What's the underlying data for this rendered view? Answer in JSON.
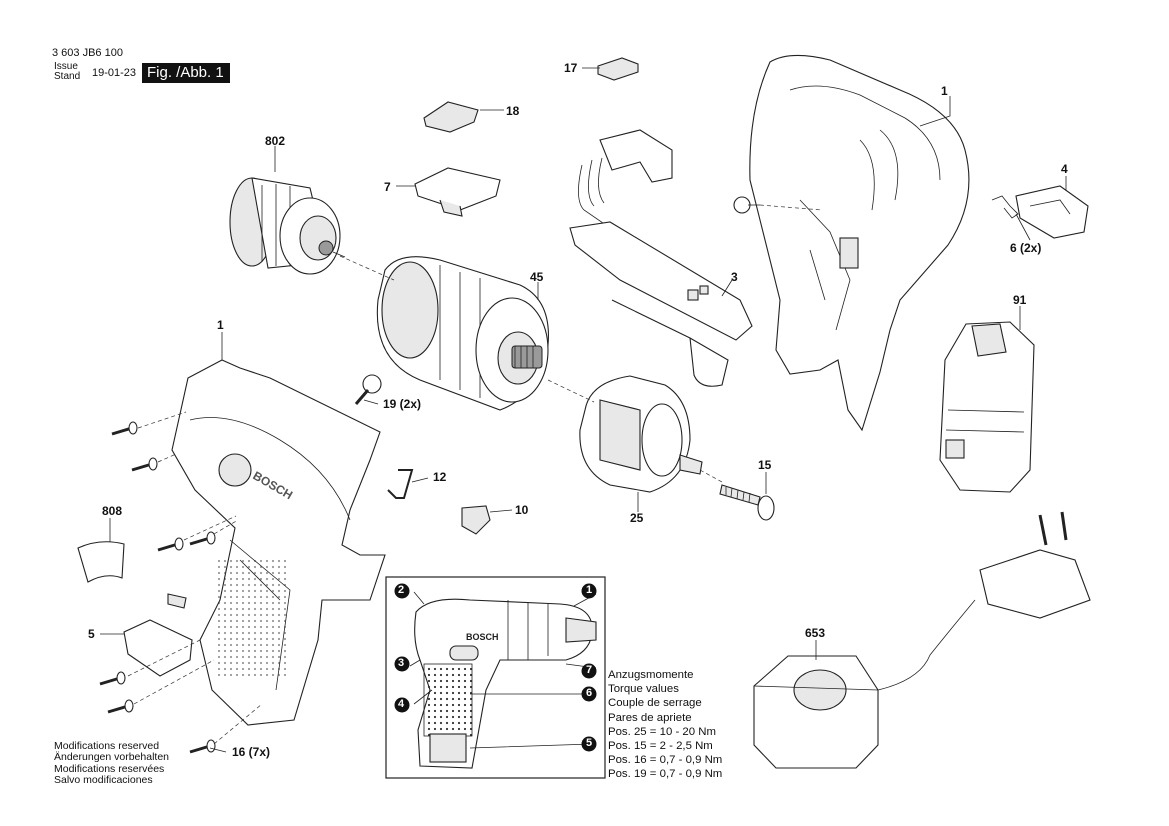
{
  "header": {
    "part_number": "3 603 JB6 100",
    "issue_label_1": "Issue",
    "issue_label_2": "Stand",
    "date": "19-01-23",
    "figure": "Fig. /Abb. 1"
  },
  "callouts": {
    "c1a": "1",
    "c1b": "1",
    "c3": "3",
    "c4": "4",
    "c5": "5",
    "c6": "6 (2x)",
    "c7": "7",
    "c10": "10",
    "c12": "12",
    "c15": "15",
    "c16": "16 (7x)",
    "c17": "17",
    "c18": "18",
    "c19": "19 (2x)",
    "c25": "25",
    "c45": "45",
    "c91": "91",
    "c653": "653",
    "c802": "802",
    "c808": "808"
  },
  "inset_markers": [
    "1",
    "2",
    "3",
    "4",
    "5",
    "6",
    "7"
  ],
  "torque": {
    "title_en_de": "Anzugsmomente",
    "title_en": "Torque values",
    "title_fr": "Couple de serrage",
    "title_es": "Pares de apriete",
    "pos25": "Pos. 25 = 10 - 20 Nm",
    "pos15": "Pos. 15 = 2 - 2,5 Nm",
    "pos16": "Pos. 16 = 0,7 - 0,9 Nm",
    "pos19": "Pos. 19 = 0,7 - 0,9 Nm"
  },
  "modifications": {
    "en": "Modifications reserved",
    "de": "Änderungen vorbehalten",
    "fr": "Modifications reservées",
    "es": "Salvo modificaciones"
  },
  "logo_text": "BOSCH"
}
